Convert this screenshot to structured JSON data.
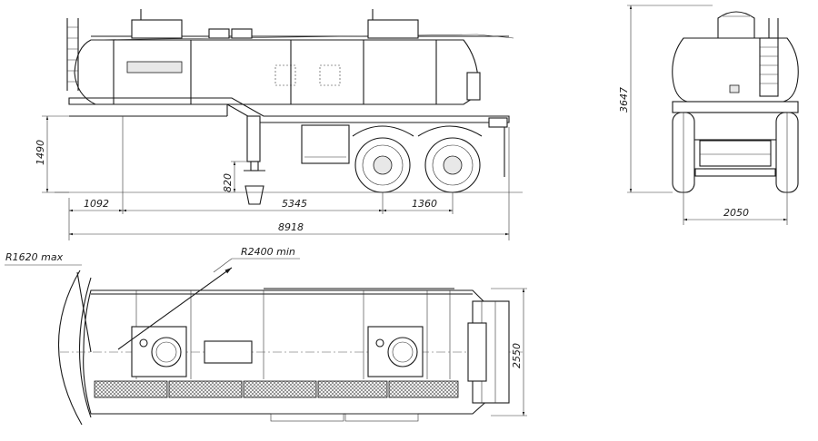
{
  "dimensions": {
    "front_overhang": "1092",
    "wheelbase": "5345",
    "axle_spread": "1360",
    "overall_length": "8918",
    "height_1490": "1490",
    "height_820": "820",
    "overall_height": "3647",
    "track_width": "2050",
    "overall_width": "2550"
  },
  "turning": {
    "front_radius": "R1620 max",
    "inner_radius": "R2400 min"
  },
  "colors": {
    "line": "#1a1a1a",
    "background": "#ffffff"
  }
}
